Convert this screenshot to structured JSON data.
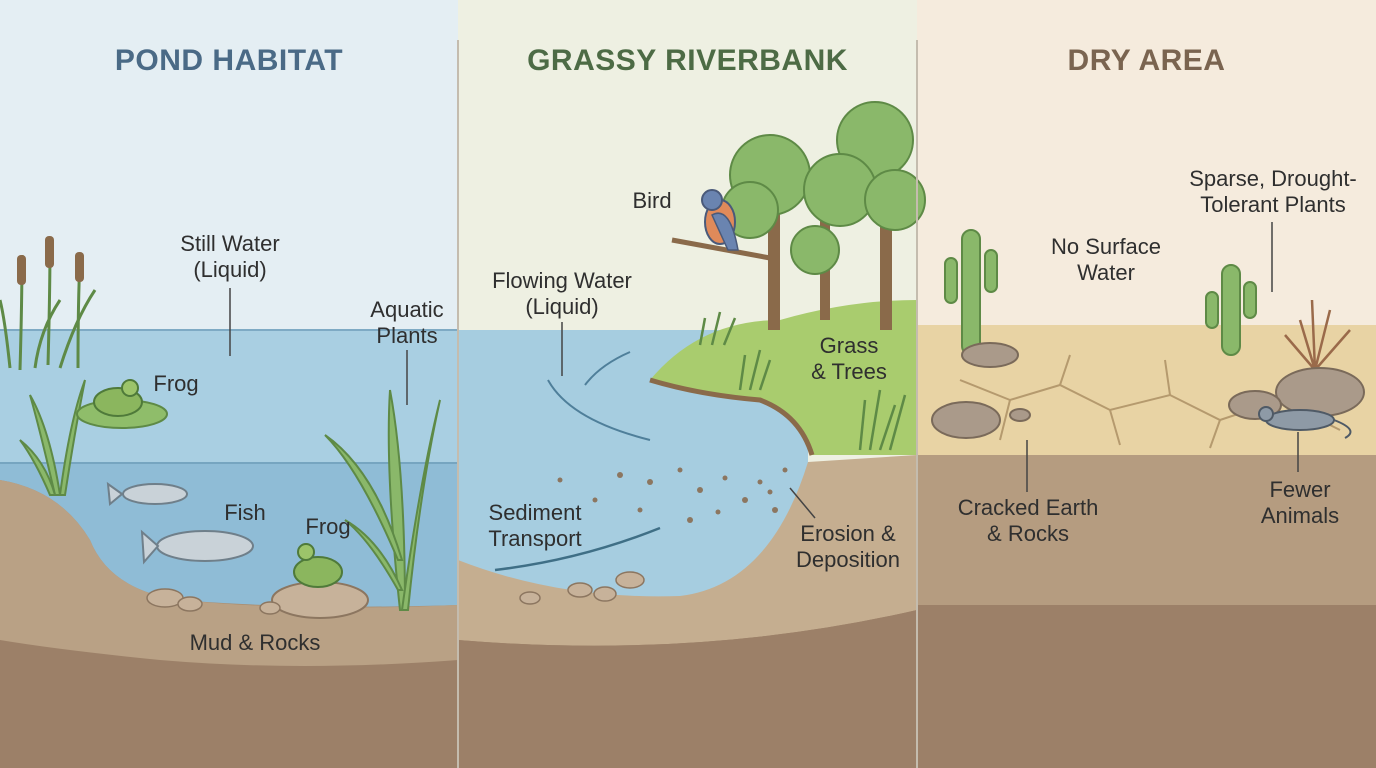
{
  "panels": [
    {
      "title": "POND HABITAT",
      "title_color": "#4a6a86"
    },
    {
      "title": "GRASSY RIVERBANK",
      "title_color": "#4d6b45"
    },
    {
      "title": "DRY AREA",
      "title_color": "#7a6450"
    }
  ],
  "labels": {
    "still_water": [
      "Still Water",
      "(Liquid)"
    ],
    "aquatic_plants": [
      "Aquatic",
      "Plants"
    ],
    "frog_top": "Frog",
    "fish": "Fish",
    "frog_bottom": "Frog",
    "mud_rocks": "Mud & Rocks",
    "bird": "Bird",
    "flowing_water": [
      "Flowing Water",
      "(Liquid)"
    ],
    "grass_trees": [
      "Grass",
      "& Trees"
    ],
    "sediment": [
      "Sediment",
      "Transport"
    ],
    "erosion": [
      "Erosion &",
      "Deposition"
    ],
    "no_water": [
      "No Surface",
      "Water"
    ],
    "sparse_plants": [
      "Sparse, Drought-",
      "Tolerant Plants"
    ],
    "cracked_earth": [
      "Cracked Earth",
      "& Rocks"
    ],
    "fewer_animals": [
      "Fewer",
      "Animals"
    ]
  },
  "colors": {
    "pond_sky": "#e4eef3",
    "river_sky": "#eef0e2",
    "dry_sky": "#f5ebdd",
    "water": "#9cc6dc",
    "water_deep": "#86b6d0",
    "grass": "#a9cc6e",
    "sand": "#e8d3a4",
    "soil": "#b59c80",
    "soil_deep": "#9c8068",
    "leaf": "#7da85e",
    "divider": "#c4bcae"
  }
}
